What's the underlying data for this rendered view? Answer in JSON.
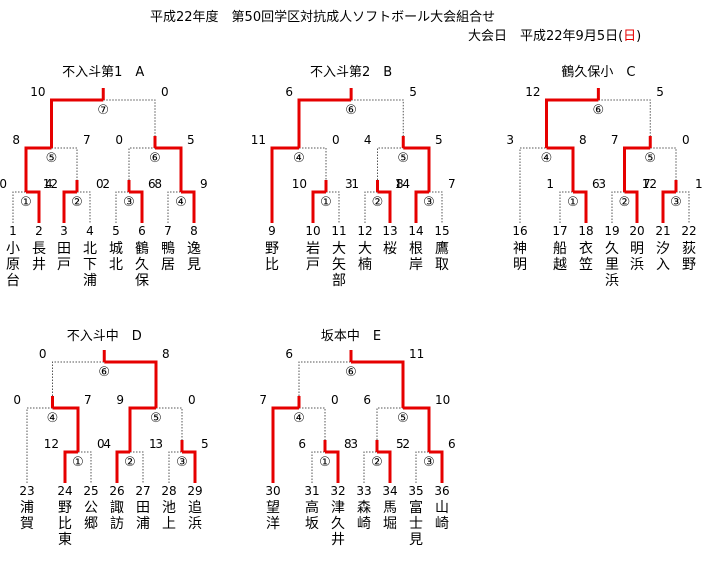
{
  "header": {
    "title": "平成22年度　第50回学区対抗成人ソフトボール大会組合せ",
    "date_prefix": "大会日　平成22年9月5日(",
    "date_day": "日",
    "date_suffix": ")"
  },
  "colors": {
    "winner_line": "#e60000",
    "loser_line": "#555555",
    "day_highlight": "#e60000"
  },
  "tournaments": [
    {
      "title": "不入斗第1　A",
      "teams": [
        {
          "no": "1",
          "name": "小原台"
        },
        {
          "no": "2",
          "name": "長井"
        },
        {
          "no": "3",
          "name": "田戸"
        },
        {
          "no": "4",
          "name": "北下浦"
        },
        {
          "no": "5",
          "name": "城北"
        },
        {
          "no": "6",
          "name": "鶴久保"
        },
        {
          "no": "7",
          "name": "鴨居"
        },
        {
          "no": "8",
          "name": "逸見"
        }
      ],
      "r1": [
        {
          "game": "①",
          "left": "0",
          "right": "4",
          "winner": "right"
        },
        {
          "game": "②",
          "left": "12",
          "right": "0",
          "winner": "left"
        },
        {
          "game": "③",
          "left": "2",
          "right": "6",
          "winner": "right"
        },
        {
          "game": "④",
          "left": "8",
          "right": "9",
          "winner": "right"
        }
      ],
      "r2": [
        {
          "game": "⑤",
          "left": "8",
          "right": "7",
          "winner": "left"
        },
        {
          "game": "⑥",
          "left": "0",
          "right": "5",
          "winner": "right"
        }
      ],
      "final": {
        "game": "⑦",
        "left": "10",
        "right": "0",
        "winner": "left"
      }
    },
    {
      "title": "不入斗第2　B",
      "teams": [
        {
          "no": "9",
          "name": "野比"
        },
        {
          "no": "10",
          "name": "岩戸"
        },
        {
          "no": "11",
          "name": "大矢部"
        },
        {
          "no": "12",
          "name": "大楠"
        },
        {
          "no": "13",
          "name": "桜"
        },
        {
          "no": "14",
          "name": "根岸"
        },
        {
          "no": "15",
          "name": "鷹取"
        }
      ],
      "bye": {
        "score": "11",
        "game": "④",
        "opp_score": "0"
      },
      "r1": [
        {
          "game": "①",
          "left": "10",
          "right": "3",
          "winner": "left"
        },
        {
          "game": "②",
          "left": "1",
          "right": "8",
          "winner": "right"
        },
        {
          "game": "③",
          "left": "14",
          "right": "7",
          "winner": "left"
        }
      ],
      "r2": [
        {
          "game": "⑤",
          "left": "4",
          "right": "5",
          "winner": "right"
        }
      ],
      "final": {
        "game": "⑥",
        "left": "6",
        "right": "5",
        "winner": "left"
      }
    },
    {
      "title": "鶴久保小　C",
      "teams": [
        {
          "no": "16",
          "name": "神明"
        },
        {
          "no": "17",
          "name": "船越"
        },
        {
          "no": "18",
          "name": "衣笠"
        },
        {
          "no": "19",
          "name": "久里浜"
        },
        {
          "no": "20",
          "name": "明浜"
        },
        {
          "no": "21",
          "name": "汐入"
        },
        {
          "no": "22",
          "name": "荻野"
        }
      ],
      "bye": {
        "score": "3",
        "game": "④",
        "opp_score": "8"
      },
      "r1": [
        {
          "game": "①",
          "left": "1",
          "right": "6",
          "winner": "right"
        },
        {
          "game": "②",
          "left": "3",
          "right": "7",
          "winner": "right"
        },
        {
          "game": "③",
          "left": "12",
          "right": "10",
          "winner": "left"
        }
      ],
      "r2": [
        {
          "game": "⑤",
          "left": "7",
          "right": "0",
          "winner": "left"
        }
      ],
      "final": {
        "game": "⑥",
        "left": "12",
        "right": "5",
        "winner": "left"
      }
    },
    {
      "title": "不入斗中　D",
      "teams": [
        {
          "no": "23",
          "name": "浦賀"
        },
        {
          "no": "24",
          "name": "野比東"
        },
        {
          "no": "25",
          "name": "公郷"
        },
        {
          "no": "26",
          "name": "諏訪"
        },
        {
          "no": "27",
          "name": "田浦"
        },
        {
          "no": "28",
          "name": "池上"
        },
        {
          "no": "29",
          "name": "追浜"
        }
      ],
      "bye": {
        "score": "0",
        "game": "④",
        "opp_score": "7"
      },
      "r1": [
        {
          "game": "①",
          "left": "12",
          "right": "0",
          "winner": "left"
        },
        {
          "game": "②",
          "left": "4",
          "right": "1",
          "winner": "left"
        },
        {
          "game": "③",
          "left": "3",
          "right": "5",
          "winner": "right"
        }
      ],
      "r2": [
        {
          "game": "⑤",
          "left": "9",
          "right": "0",
          "winner": "left"
        }
      ],
      "final": {
        "game": "⑥",
        "left": "0",
        "right": "8",
        "winner": "right"
      }
    },
    {
      "title": "坂本中　E",
      "teams": [
        {
          "no": "30",
          "name": "望洋"
        },
        {
          "no": "31",
          "name": "高坂"
        },
        {
          "no": "32",
          "name": "津久井"
        },
        {
          "no": "33",
          "name": "森崎"
        },
        {
          "no": "34",
          "name": "馬堀"
        },
        {
          "no": "35",
          "name": "富士見"
        },
        {
          "no": "36",
          "name": "山崎"
        }
      ],
      "bye": {
        "score": "7",
        "game": "④",
        "opp_score": "0"
      },
      "r1": [
        {
          "game": "①",
          "left": "6",
          "right": "8",
          "winner": "right"
        },
        {
          "game": "②",
          "left": "3",
          "right": "5",
          "winner": "right"
        },
        {
          "game": "③",
          "left": "2",
          "right": "6",
          "winner": "right"
        }
      ],
      "r2": [
        {
          "game": "⑤",
          "left": "6",
          "right": "10",
          "winner": "right"
        }
      ],
      "final": {
        "game": "⑥",
        "left": "6",
        "right": "11",
        "winner": "right"
      }
    }
  ]
}
